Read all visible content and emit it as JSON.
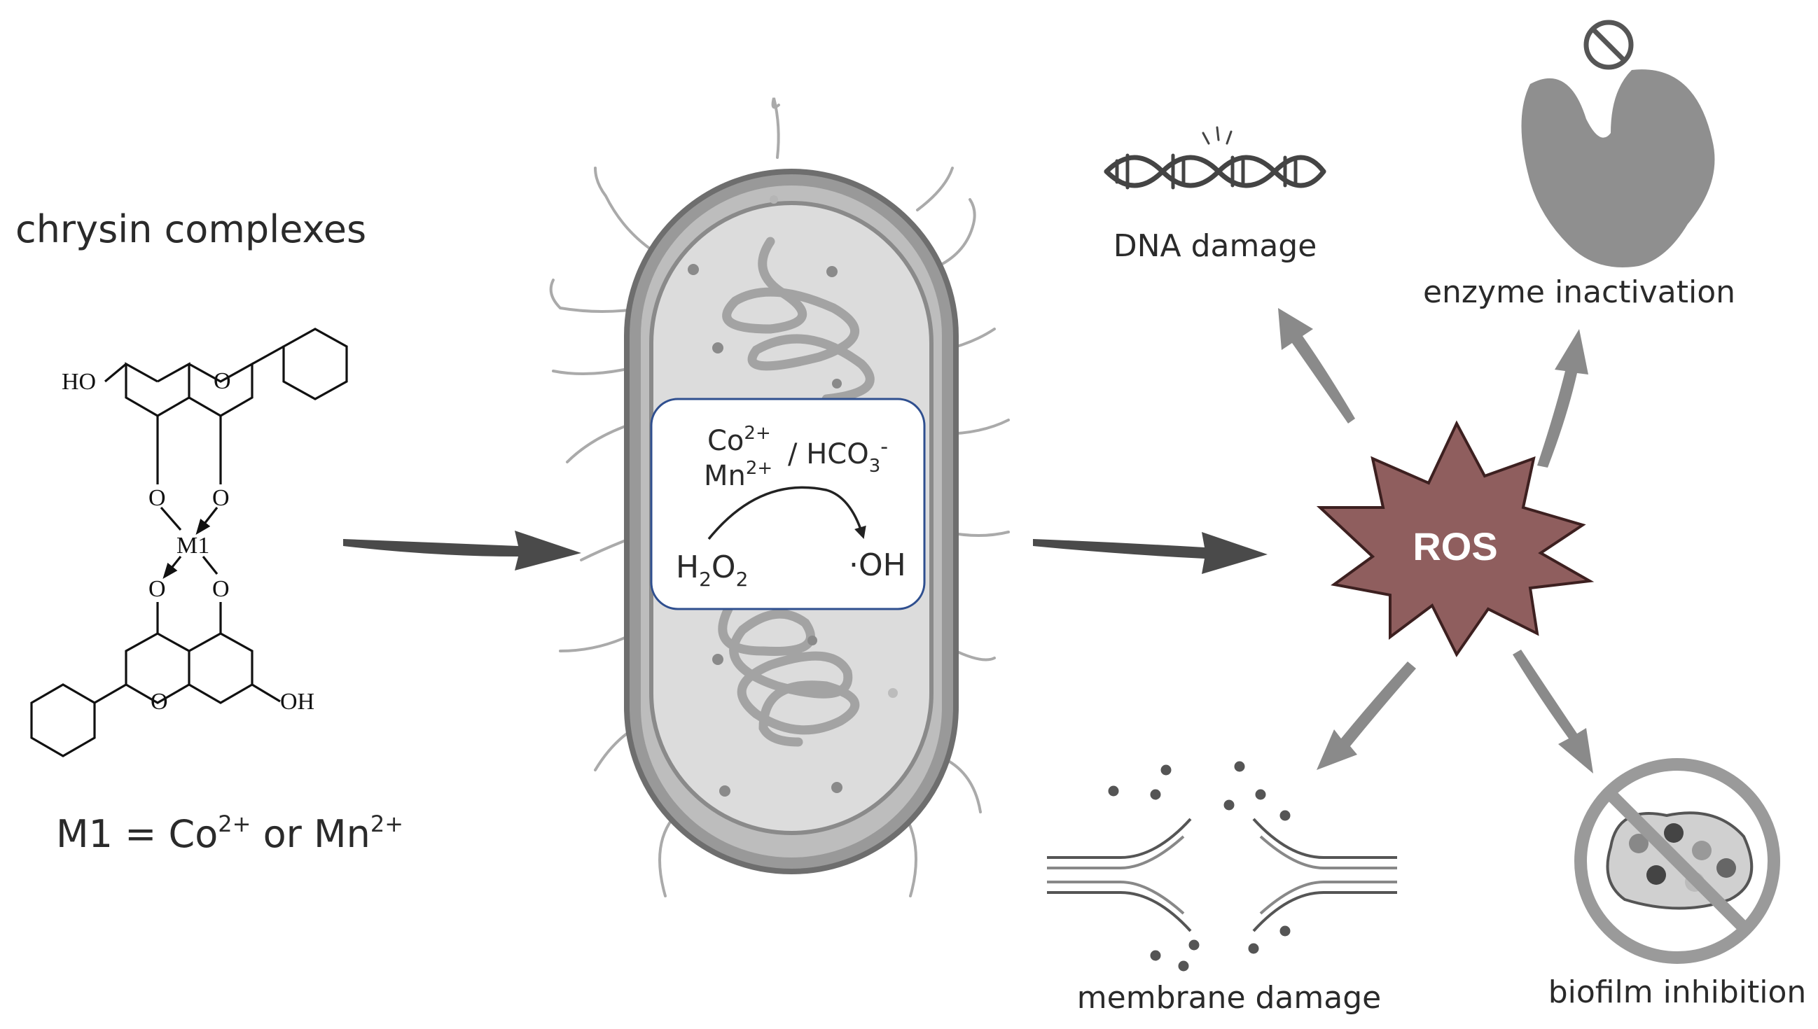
{
  "left": {
    "title": "chrysin complexes",
    "formula_prefix": "M1 = Co",
    "formula_sup1": "2+",
    "formula_mid": " or Mn",
    "formula_sup2": "2+",
    "atom_ho": "HO",
    "atom_oh": "OH",
    "atom_o": "O",
    "atom_m1": "M1"
  },
  "reaction": {
    "co": "Co",
    "co_charge": "2+",
    "mn": "Mn",
    "mn_charge": "2+",
    "slash_hco": "/ HCO",
    "hco_sub": "3",
    "hco_charge": "-",
    "h": "H",
    "h_sub": "2",
    "o": "O",
    "o_sub": "2",
    "product": "·OH"
  },
  "ros": {
    "label": "ROS"
  },
  "effects": {
    "dna": "DNA damage",
    "enzyme": "enzyme inactivation",
    "membrane": "membrane damage",
    "biofilm": "biofilm inhibition"
  },
  "colors": {
    "ros_fill": "#8f5e5e",
    "ros_stroke": "#3d2020",
    "arrow_dark": "#4a4a4a",
    "arrow_gray": "#8a8a8a",
    "cell_wall": "#7a7a7a",
    "cell_inner": "#dcdcdc",
    "box_border": "#2f4f8f"
  }
}
